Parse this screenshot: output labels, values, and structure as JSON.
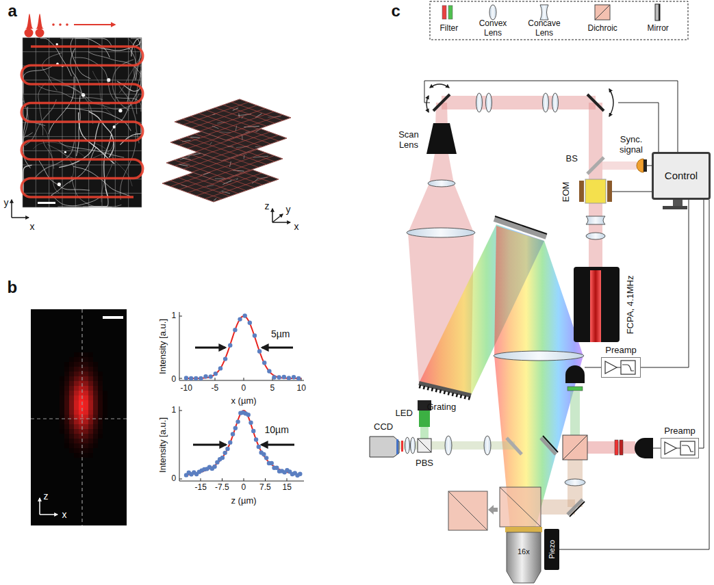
{
  "diagram": {
    "nodes": [
      {
        "text": [
          "Control"
        ]
      },
      {
        "text": [
          "Preamp"
        ]
      },
      {
        "text": [
          "Preamp"
        ]
      },
      {
        "text": [
          "Piezo"
        ]
      }
    ],
    "edges": [
      {
        "from": 1,
        "to": 0,
        "arrow": "none"
      },
      {
        "from": 2,
        "to": 0,
        "arrow": "none"
      },
      {
        "from": 3,
        "to": 0,
        "arrow": "none"
      }
    ],
    "labels": [
      "a",
      "y",
      "x",
      "z",
      "y",
      "x",
      "b",
      "z",
      "x",
      "Intensity [a.u.]",
      "1",
      "0",
      "5µm",
      "-10",
      "-5",
      "0",
      "5",
      "10",
      "x (µm)",
      "Intensity [a.u.]",
      "1",
      "0",
      "10µm",
      "-15",
      "-7.5",
      "0",
      "7.5",
      "15",
      "z (µm)",
      "c",
      "Scan Lens",
      "Sync. signal",
      "BS",
      "EOM",
      "FCPA, 4.1MHz",
      "Grating",
      "LED",
      "CCD",
      "PBS",
      "16x"
    ],
    "legend": [
      {
        "text": "Filter"
      },
      {
        "text": "Convex Lens"
      },
      {
        "text": "Concave Lens"
      },
      {
        "text": "Dichroic"
      },
      {
        "text": "Mirror"
      }
    ]
  }
}
